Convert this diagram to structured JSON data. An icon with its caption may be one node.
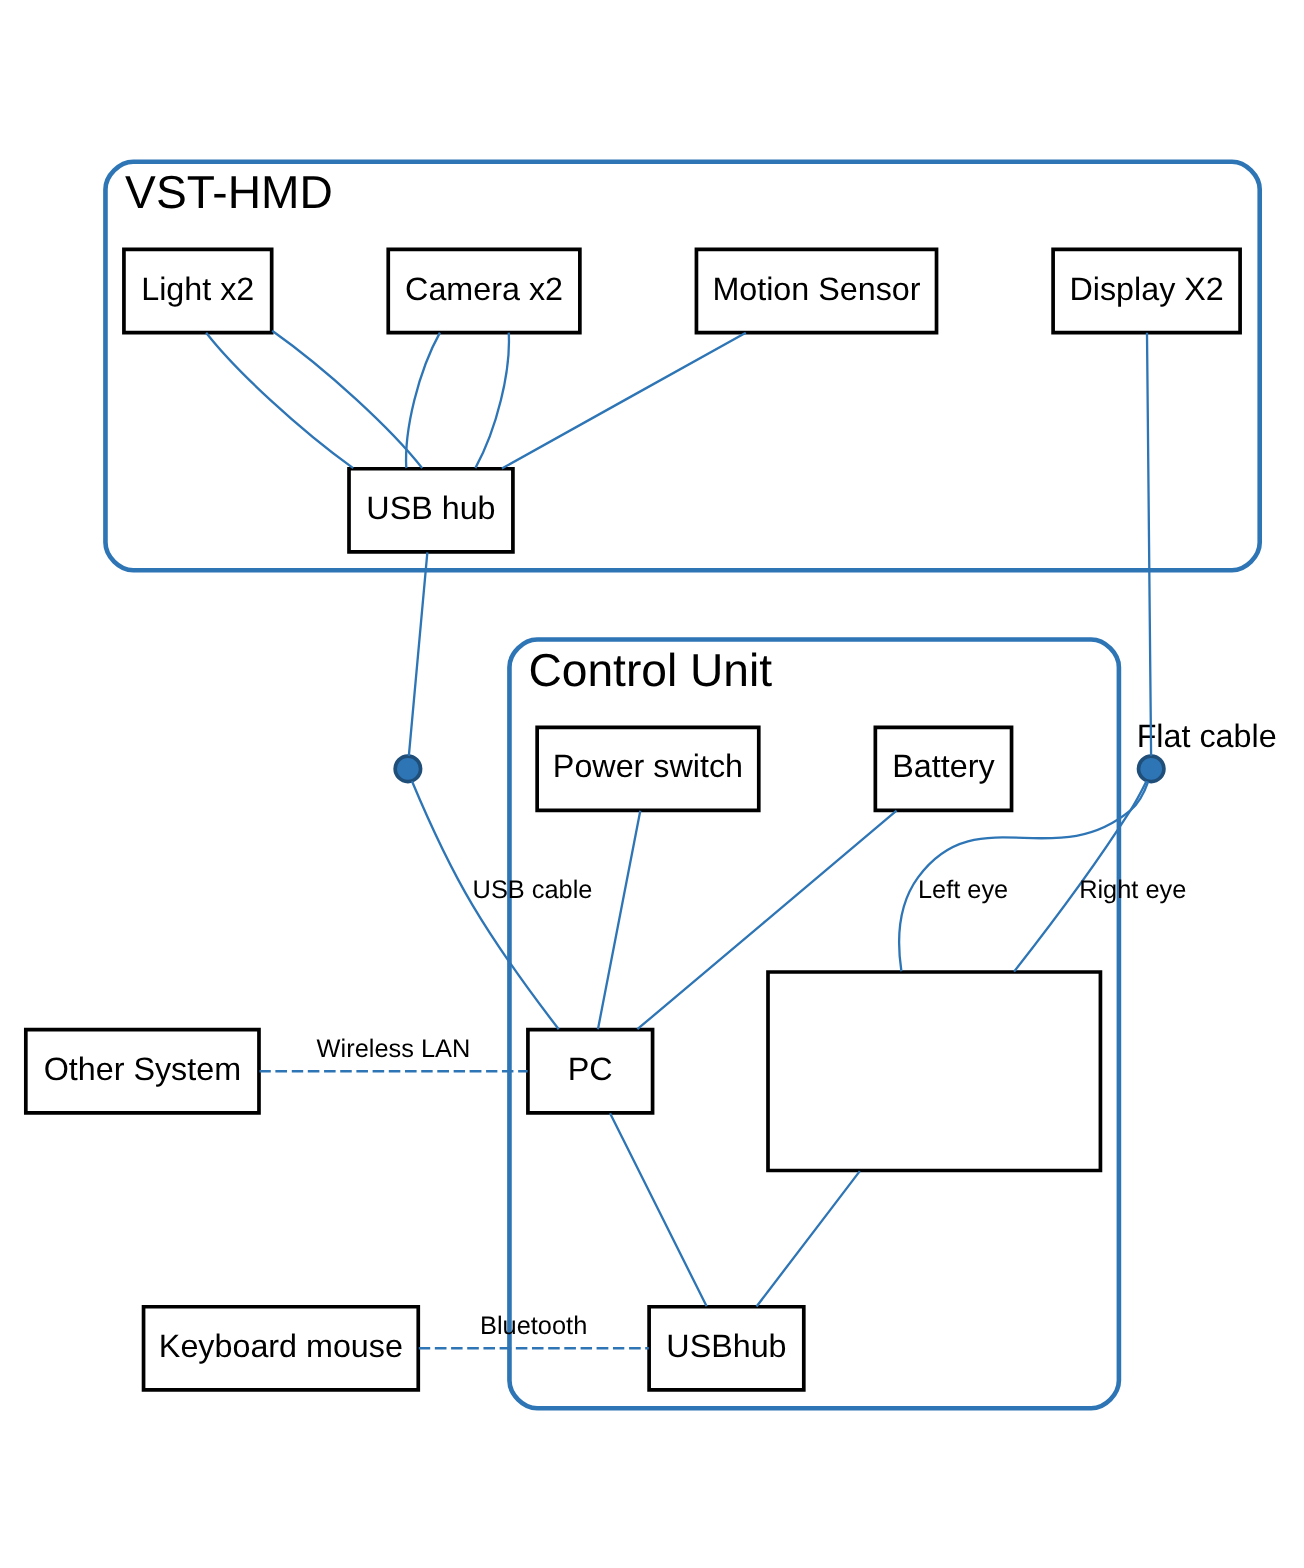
{
  "diagram": {
    "nodes": [
      {
        "text": [
          "VST-HMD"
        ]
      },
      {
        "text": [
          "Motion Sensor"
        ],
        "in": 0
      },
      {
        "text": [
          "Camera x2"
        ],
        "in": 0
      },
      {
        "text": [
          "Light x2"
        ],
        "in": 0
      },
      {
        "text": [
          "Display X2"
        ],
        "in": 0
      },
      {
        "text": [
          "USB hub"
        ],
        "in": 0
      },
      {
        "text": [],
        "shape": "circle"
      },
      {
        "text": [],
        "shape": "circle",
        "beside": [
          "Flat cable"
        ]
      },
      {
        "text": [
          "Control Unit"
        ]
      },
      {
        "text": [
          "Battery"
        ],
        "in": 8
      },
      {
        "text": [
          "Power switch"
        ],
        "in": 8
      },
      {
        "text": [
          "PC"
        ],
        "in": 8
      },
      {
        "text": [],
        "shape": "box",
        "in": 8
      },
      {
        "text": [
          "USBhub"
        ],
        "in": 8
      },
      {
        "text": [
          "Other System"
        ]
      },
      {
        "text": [
          "Keyboard mouse"
        ]
      }
    ],
    "edges": [
      {
        "from": 1,
        "to": 5,
        "arrow": "none"
      },
      {
        "from": 2,
        "to": 5,
        "arrow": "none"
      },
      {
        "from": 2,
        "to": 5,
        "arrow": "none"
      },
      {
        "from": 3,
        "to": 5,
        "arrow": "none"
      },
      {
        "from": 3,
        "to": 5,
        "arrow": "none"
      },
      {
        "from": 5,
        "to": 6,
        "arrow": "none"
      },
      {
        "from": 4,
        "to": 7,
        "arrow": "none"
      },
      {
        "from": 6,
        "to": 11,
        "label": "USB cable",
        "arrow": "none"
      },
      {
        "from": 7,
        "to": 12,
        "label": "Left eye",
        "arrow": "none"
      },
      {
        "from": 7,
        "to": 12,
        "label": "Right eye",
        "arrow": "none"
      },
      {
        "from": 9,
        "to": 11,
        "arrow": "none"
      },
      {
        "from": 10,
        "to": 11,
        "arrow": "none"
      },
      {
        "from": 14,
        "to": 11,
        "label": "Wireless LAN",
        "arrow": "none",
        "style": "dashed"
      },
      {
        "from": 11,
        "to": 13,
        "arrow": "none"
      },
      {
        "from": 12,
        "to": 13,
        "arrow": "none"
      },
      {
        "from": 15,
        "to": 13,
        "label": "Bluetooth",
        "arrow": "none",
        "style": "dashed"
      }
    ]
  }
}
